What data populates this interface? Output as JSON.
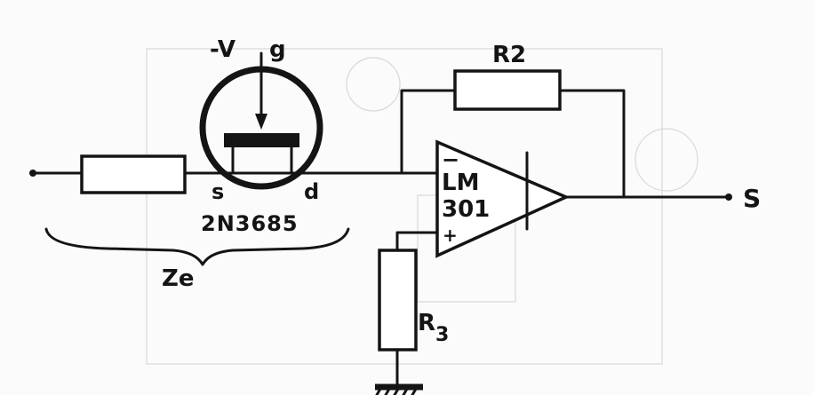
{
  "diagram": {
    "labels": {
      "neg_voltage": "-V",
      "gate": "g",
      "source": "s",
      "drain": "d",
      "fet_part": "2N3685",
      "input_impedance": "Ze",
      "r2": "R2",
      "r3_letter": "R",
      "r3_sub": "3",
      "opamp_line1": "LM",
      "opamp_line2": "301",
      "opamp_minus": "−",
      "opamp_plus": "+",
      "output": "S"
    }
  }
}
